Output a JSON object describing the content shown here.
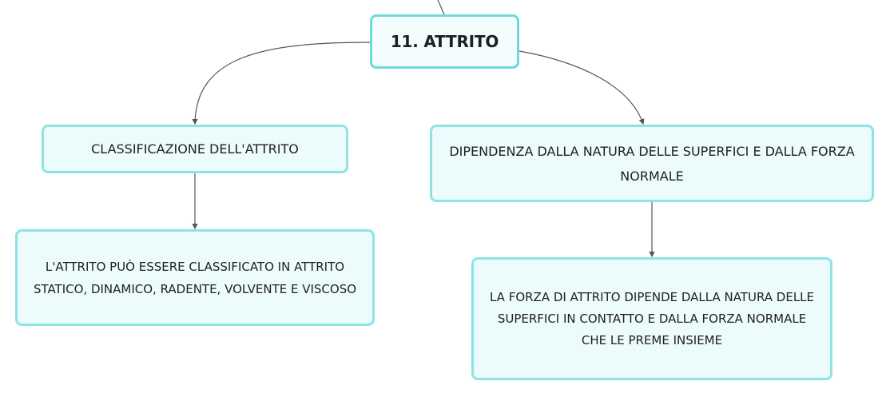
{
  "root": {
    "label": "11. ATTRITO"
  },
  "branches": [
    {
      "title": "CLASSIFICAZIONE DELL'ATTRITO",
      "detail": "L'ATTRITO PUÒ ESSERE CLASSIFICATO IN ATTRITO STATICO, DINAMICO, RADENTE, VOLVENTE E VISCOSO"
    },
    {
      "title": "DIPENDENZA DALLA NATURA DELLE SUPERFICI E DALLA FORZA NORMALE",
      "detail": "LA FORZA DI ATTRITO DIPENDE DALLA NATURA DELLE SUPERFICI IN CONTATTO E DALLA FORZA NORMALE CHE LE PREME INSIEME"
    }
  ],
  "colors": {
    "node_fill": "#ecfbfc",
    "node_border": "#8ee3e6",
    "connector": "#555555",
    "text": "#1f1f1f"
  }
}
